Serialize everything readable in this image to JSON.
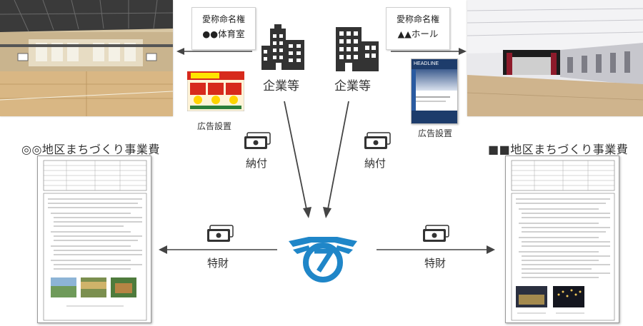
{
  "left_facility": {
    "naming_rights_label": "愛称命名権",
    "facility_name": "●●体育室",
    "ad_label": "広告設置"
  },
  "right_facility": {
    "naming_rights_label": "愛称命名権",
    "facility_name": "▲▲ホール",
    "ad_label": "広告設置",
    "poster_headline": "HEADLINE"
  },
  "companies": {
    "left_label": "企業等",
    "right_label": "企業等"
  },
  "flows": {
    "payment_left": "納付",
    "payment_right": "納付",
    "special_funds_left": "特財",
    "special_funds_right": "特財"
  },
  "projects": {
    "left_title": "◎◎地区まちづくり事業費",
    "right_title": "■■地区まちづくり事業費"
  },
  "colors": {
    "accent_blue": "#1f86c8",
    "icon_dark": "#333333",
    "arrow": "#444444"
  }
}
